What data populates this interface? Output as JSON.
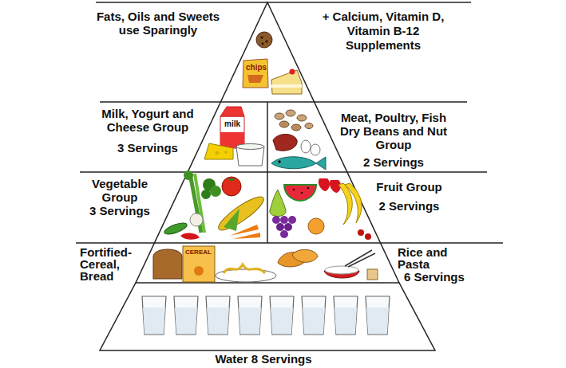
{
  "diagram": {
    "nodes": [
      {
        "text": [
          "Fats, Oils and Sweets use Sparingly",
          "+ Calcium, Vitamin D, Vitamin B-12 Supplements"
        ]
      },
      {
        "text": [
          "Milk, Yogurt and Cheese Group",
          "3 Servings"
        ]
      },
      {
        "text": [
          "Meat, Poultry, Fish Dry Beans and Nut Group",
          "2 Servings"
        ]
      },
      {
        "text": [
          "Vegetable Group",
          "3 Servings"
        ]
      },
      {
        "text": [
          "Fruit Group",
          "2 Servings"
        ]
      },
      {
        "text": [
          "Fortified-Cereal, Bread",
          "Rice and Pasta",
          "6 Servings"
        ]
      },
      {
        "text": [
          "Water 8 Servings"
        ]
      }
    ],
    "labels": [
      "chips",
      "milk",
      "CEREAL"
    ]
  }
}
